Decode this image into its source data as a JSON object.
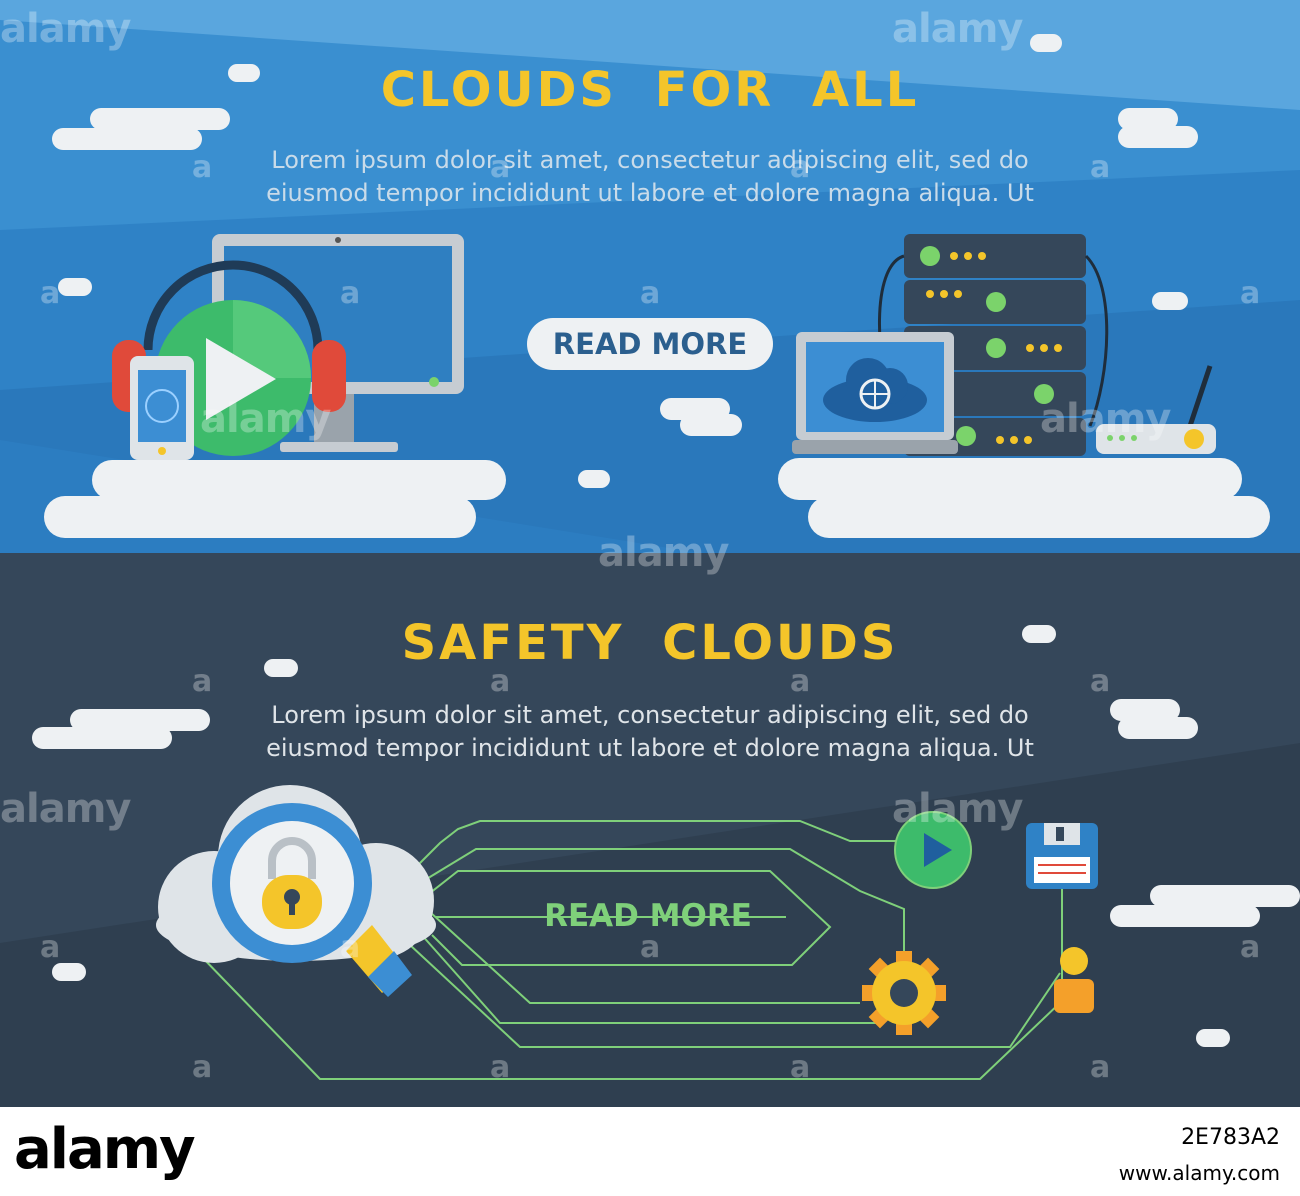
{
  "top_banner": {
    "title": "CLOUDS FOR ALL",
    "body_line1": "Lorem ipsum dolor sit amet, consectetur adipiscing elit, sed do",
    "body_line2": "eiusmod tempor incididunt ut labore et dolore magna aliqua. Ut",
    "button_label": "READ MORE",
    "background_color": "#3a8fd0",
    "icons": [
      "monitor-icon",
      "headphones-icon",
      "play-icon",
      "smartphone-icon",
      "laptop-icon",
      "cloud-icon",
      "server-rack-icon",
      "router-icon",
      "wifi-icon"
    ]
  },
  "bottom_banner": {
    "title": "SAFETY CLOUDS",
    "body_line1": "Lorem ipsum dolor sit amet, consectetur adipiscing elit, sed do",
    "body_line2": "eiusmod tempor incididunt ut labore et dolore magna aliqua. Ut",
    "button_label": "READ MORE",
    "background_color": "#35475a",
    "icons": [
      "cloud-icon",
      "magnifier-icon",
      "padlock-icon",
      "play-icon",
      "floppy-disk-icon",
      "gear-icon",
      "user-icon"
    ]
  },
  "watermark": {
    "text": "alamy",
    "mark": "a"
  },
  "footer": {
    "logo": "alamy",
    "image_code": "2E783A2",
    "site": "www.alamy.com"
  },
  "colors": {
    "title_yellow": "#f4c52a",
    "cloud_white": "#eef1f3",
    "circuit_green": "#7fd07a",
    "body_text_light": "#c9dbe9"
  }
}
